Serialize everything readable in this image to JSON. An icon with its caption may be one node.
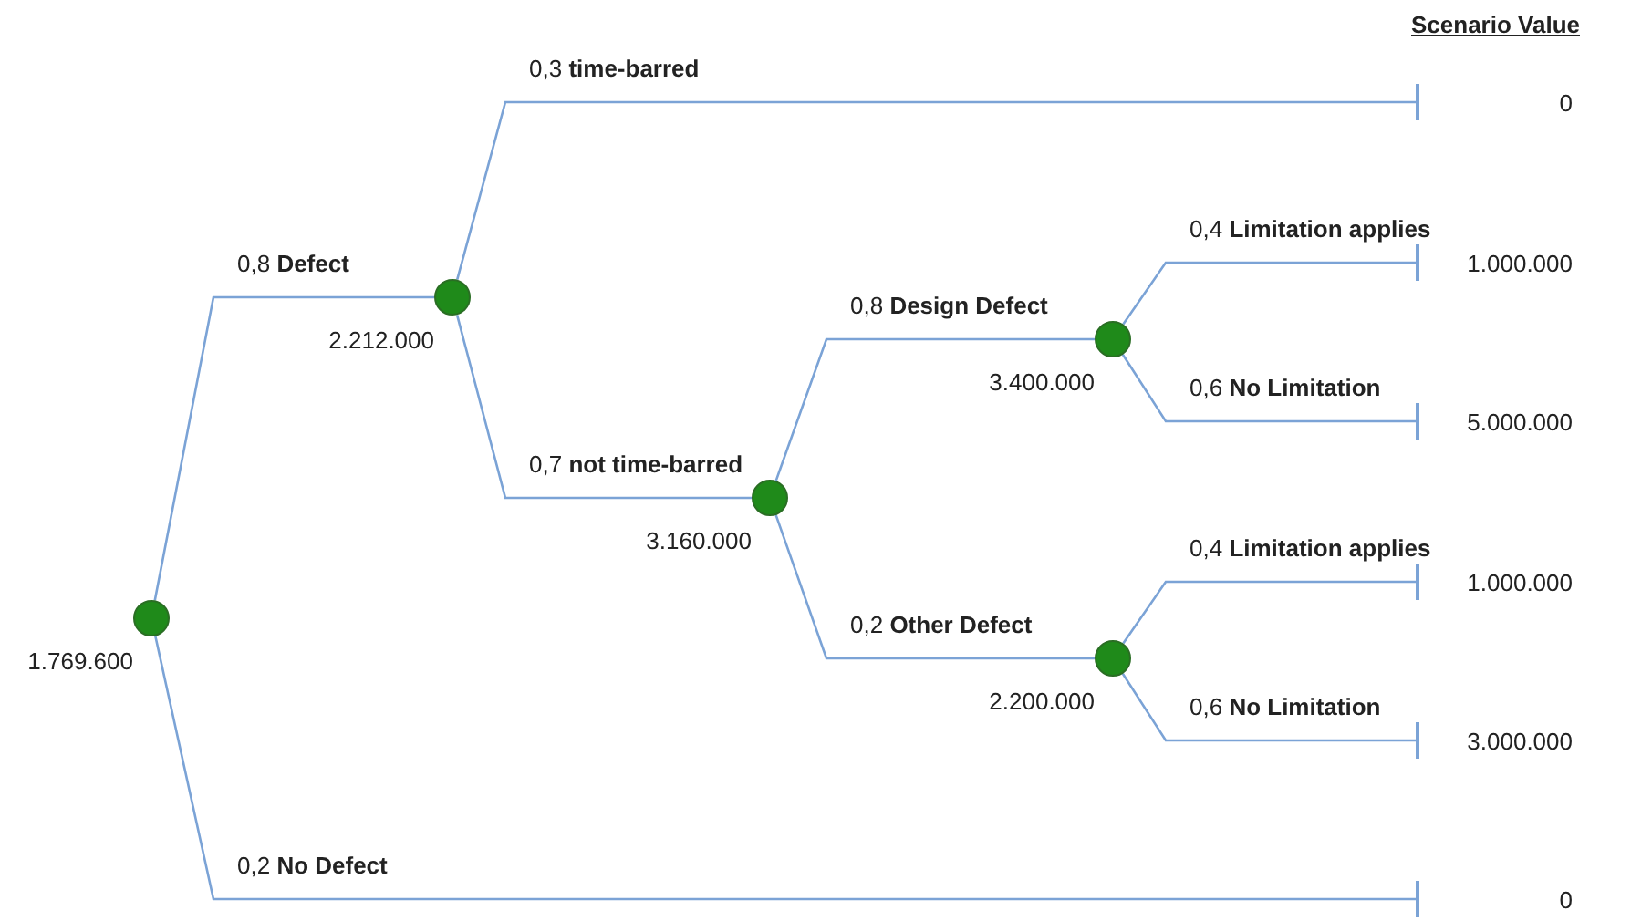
{
  "diagram": {
    "nodes": [
      {
        "text": [],
        "shape": "circle",
        "beside": [
          "1.769.600"
        ]
      },
      {
        "text": [],
        "shape": "circle",
        "beside": [
          "2.212.000"
        ]
      },
      {
        "text": [],
        "shape": "circle",
        "beside": [
          "3.160.000"
        ]
      },
      {
        "text": [],
        "shape": "circle",
        "beside": [
          "3.400.000"
        ]
      },
      {
        "text": [],
        "shape": "circle",
        "beside": [
          "2.200.000"
        ]
      },
      {
        "text": [],
        "shape": "bar"
      },
      {
        "text": [],
        "shape": "bar"
      },
      {
        "text": [],
        "shape": "bar"
      },
      {
        "text": [],
        "shape": "bar"
      },
      {
        "text": [],
        "shape": "bar"
      },
      {
        "text": [],
        "shape": "bar"
      }
    ],
    "edges": [
      {
        "from": 0,
        "to": 1,
        "arrow": "none",
        "label": "0,8 **Defect**"
      },
      {
        "from": 0,
        "to": 10,
        "arrow": "none",
        "label": "0,2 **No Defect**"
      },
      {
        "from": 1,
        "to": 5,
        "arrow": "none",
        "label": "0,3 **time-barred**"
      },
      {
        "from": 1,
        "to": 2,
        "arrow": "none",
        "label": "0,7 **not time-barred**"
      },
      {
        "from": 2,
        "to": 3,
        "arrow": "none",
        "label": "0,8 **Design Defect**"
      },
      {
        "from": 2,
        "to": 4,
        "arrow": "none",
        "label": "0,2 **Other Defect**"
      },
      {
        "from": 3,
        "to": 6,
        "arrow": "none",
        "label": "0,4 **Limitation applies**"
      },
      {
        "from": 3,
        "to": 7,
        "arrow": "none",
        "label": "0,6 **No Limitation**"
      },
      {
        "from": 4,
        "to": 8,
        "arrow": "none",
        "label": "0,4 **Limitation applies**"
      },
      {
        "from": 4,
        "to": 9,
        "arrow": "none",
        "label": "0,6 **No Limitation**"
      }
    ],
    "labels": [
      "Scenario Value",
      "0",
      "1.000.000",
      "5.000.000",
      "1.000.000",
      "3.000.000",
      "0"
    ]
  }
}
